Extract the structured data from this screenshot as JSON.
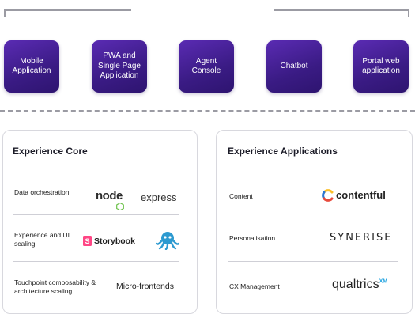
{
  "channels": [
    {
      "label": "Mobile Application"
    },
    {
      "label": "PWA and Single Page Application"
    },
    {
      "label": "Agent Console"
    },
    {
      "label": "Chatbot"
    },
    {
      "label": "Portal web application"
    }
  ],
  "core": {
    "title": "Experience Core",
    "rows": [
      {
        "label": "Data orchestration",
        "logos": [
          "node",
          "express"
        ]
      },
      {
        "label": "Experience and UI scaling",
        "logos": [
          "Storybook",
          "octopus-logo"
        ]
      },
      {
        "label": "Touchpoint composability & architecture scaling",
        "logos": [
          "Micro-frontends"
        ]
      }
    ]
  },
  "apps": {
    "title": "Experience Applications",
    "rows": [
      {
        "label": "Content",
        "logo": "contentful"
      },
      {
        "label": "Personalisation",
        "logo": "SYNERISE"
      },
      {
        "label": "CX Management",
        "logo": "qualtrics",
        "logo_sup": "XM"
      }
    ]
  },
  "colors": {
    "channel_bg": "#3a1b84",
    "storybook": "#ff4785",
    "octopus": "#2d9ad0",
    "node_green": "#6cc24a",
    "contentful_yellow": "#fbbf2a",
    "contentful_blue": "#2b76d2",
    "contentful_red": "#e84a3c",
    "qualtrics_blue": "#21dbaa"
  }
}
